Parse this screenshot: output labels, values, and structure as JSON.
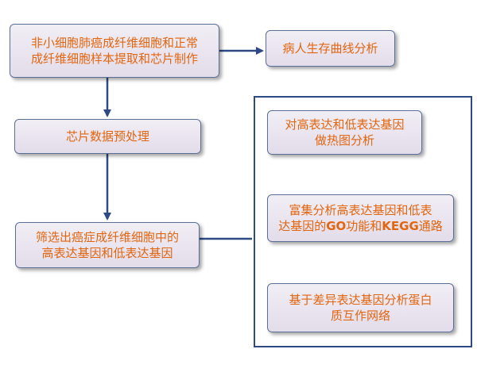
{
  "nodes": {
    "n1": {
      "line1": "非小细胞肺癌成纤维细胞和正常",
      "line2": "成纤维细胞样本提取和芯片制作"
    },
    "n2": {
      "line1": "病人生存曲线分析"
    },
    "n3": {
      "line1": "芯片数据预处理"
    },
    "n4": {
      "line1": "筛选出癌症成纤维细胞中的",
      "line2": "高表达基因和低表达基因"
    },
    "n5": {
      "line1": "对高表达和低表达基因",
      "line2": "做热图分析"
    },
    "n6": {
      "line1": "富集分析高表达基因和低表",
      "line2a": "达基因的",
      "line2b": "GO",
      "line2c": "功能和",
      "line2d": "KEGG",
      "line2e": "通路"
    },
    "n7": {
      "line1": "基于差异表达基因分析蛋白",
      "line2": "质互作网络"
    }
  },
  "colors": {
    "text": "#e2650f",
    "node_border": "#5a6f96",
    "edge": "#2e4a84"
  }
}
